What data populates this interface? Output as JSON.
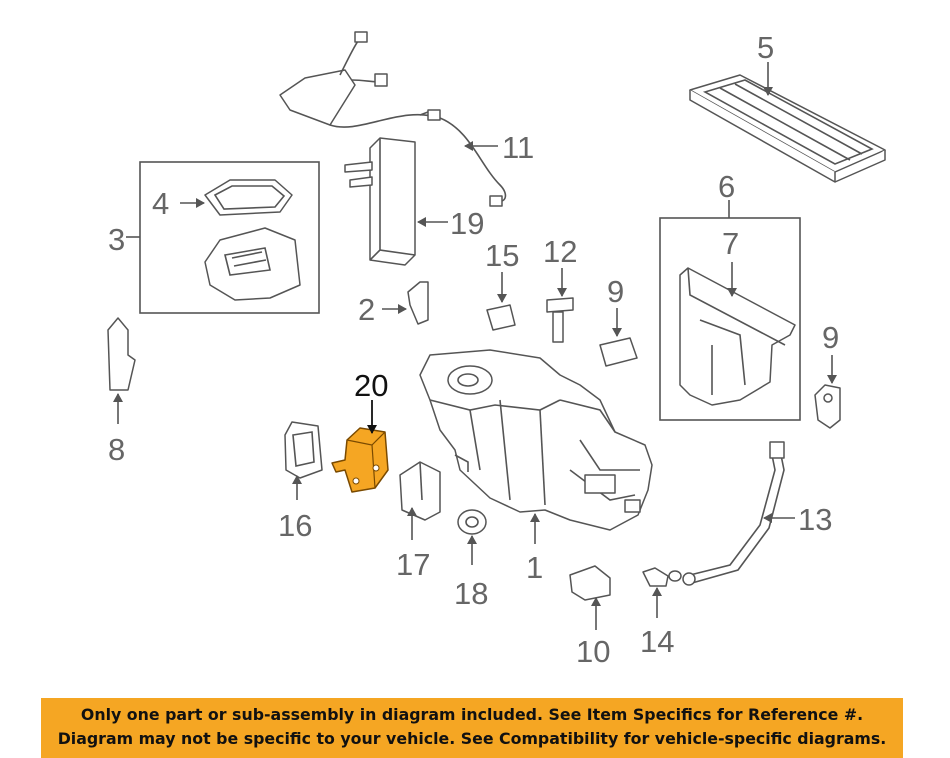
{
  "callouts": [
    "1",
    "2",
    "3",
    "4",
    "5",
    "6",
    "7",
    "8",
    "9",
    "9",
    "10",
    "11",
    "12",
    "13",
    "14",
    "15",
    "16",
    "17",
    "18",
    "19",
    "20"
  ],
  "highlighted_part": "20",
  "colors": {
    "highlight": "#f5a623",
    "line": "#555555",
    "label": "#666666"
  },
  "disclaimer": {
    "line1": "Only one part or sub-assembly in diagram included. See Item Specifics for Reference #.",
    "line2": "Diagram may not be specific to your vehicle. See Compatibility for vehicle-specific diagrams."
  }
}
